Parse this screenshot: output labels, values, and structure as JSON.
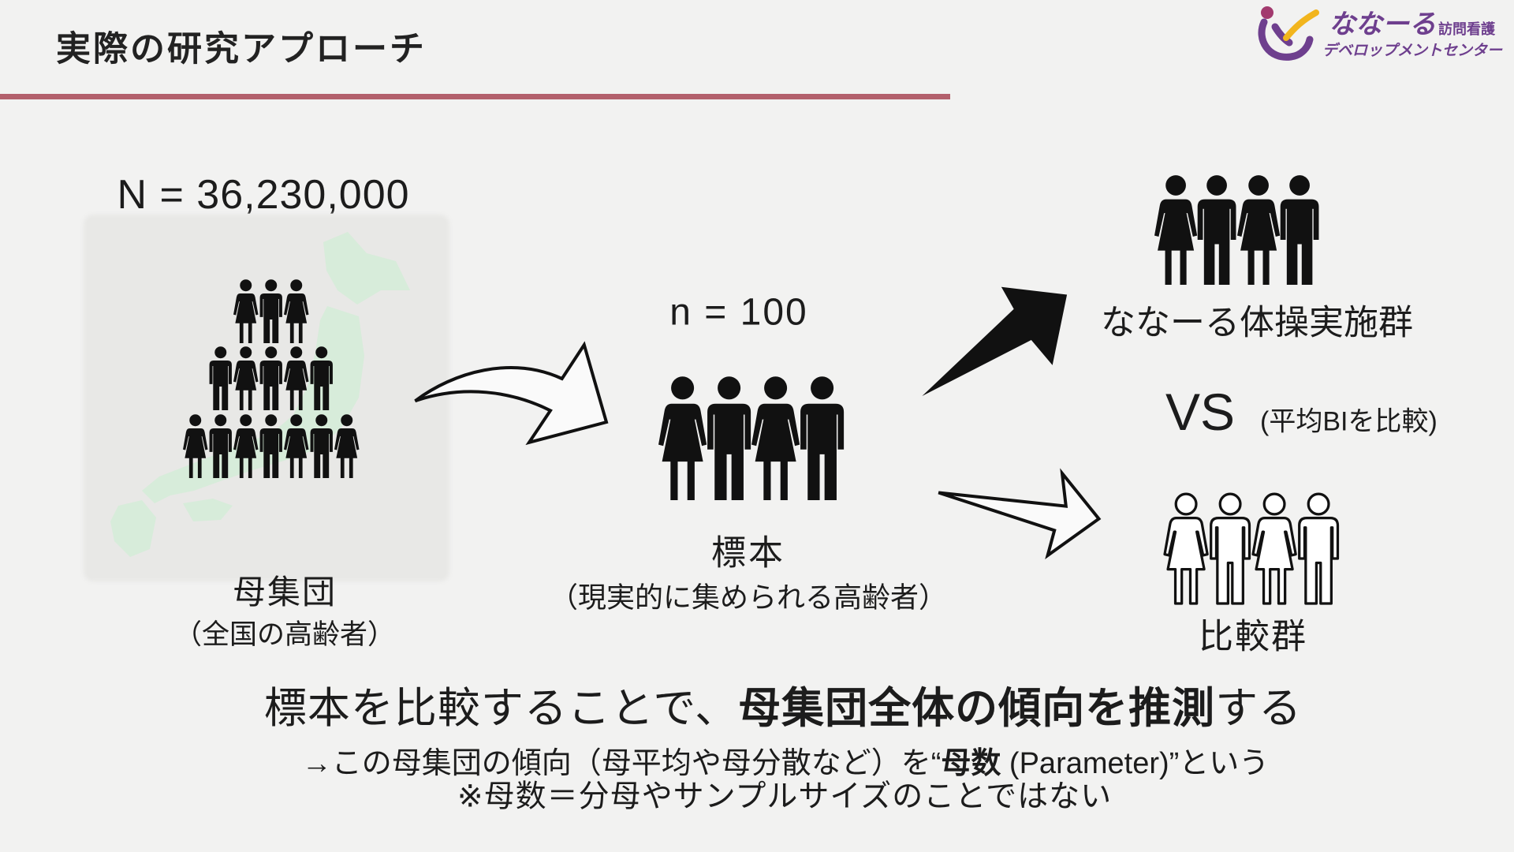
{
  "theme": {
    "background": "#f2f2f1",
    "accent": "#b3606c",
    "text": "#1c1c1c"
  },
  "header": {
    "title": "実際の研究アプローチ"
  },
  "logo": {
    "brand": "ななーる",
    "service": "訪問看護",
    "division": "デベロップメントセンター",
    "icon": "cheering-person-logo-icon",
    "colors": {
      "primary": "#6e3f8e",
      "head": "#a23a6e",
      "arm": "#f2b51d"
    }
  },
  "population": {
    "size_label": "N = 36,230,000",
    "name": "母集団",
    "description": "（全国の高齢者）",
    "icon": "people-pyramid-icon",
    "background_icon": "japan-map-icon"
  },
  "sample": {
    "size_label": "n = 100",
    "name": "標本",
    "description": "（現実的に集められる高齢者）",
    "icon": "sample-people-icon"
  },
  "intervention_group": {
    "name": "ななーる体操実施群",
    "icon": "intervention-people-icon"
  },
  "versus": {
    "label": "VS",
    "note": "(平均BIを比較)"
  },
  "control_group": {
    "name": "比較群",
    "icon": "control-people-icon"
  },
  "conclusion": {
    "lead": "標本を比較することで、",
    "emphasis": "母集団全体の傾向を推測",
    "tail": "する"
  },
  "definition": {
    "lead": "→この母集団の傾向（母平均や母分散など）を“",
    "emphasis": "母数",
    "tail": " (Parameter)”という"
  },
  "caution": "※母数＝分母やサンプルサイズのことではない",
  "arrows": {
    "sampling": "curved-outline-arrow-icon",
    "to_intervention": "filled-arrow-icon",
    "to_control": "outline-arrow-icon"
  }
}
